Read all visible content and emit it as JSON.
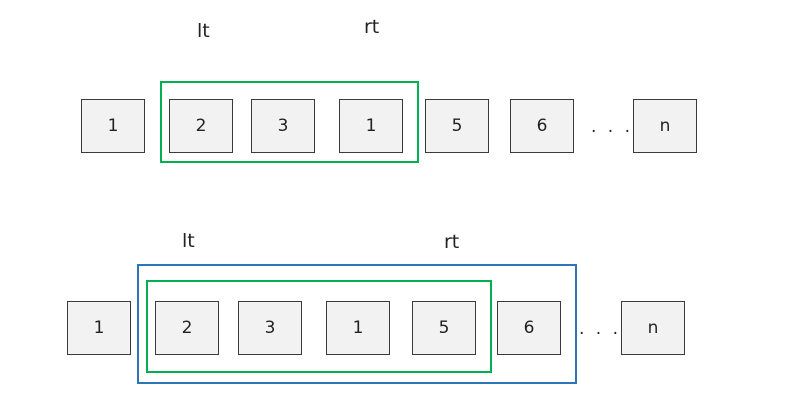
{
  "colors": {
    "window_green": "#00b050",
    "window_blue": "#2e75b6",
    "cell_fill": "#f2f2f2"
  },
  "top": {
    "lt": "lt",
    "rt": "rt",
    "cells": [
      "1",
      "2",
      "3",
      "1",
      "5",
      "6",
      "n"
    ],
    "ellipsis": ". . ."
  },
  "bottom": {
    "lt": "lt",
    "rt": "rt",
    "cells": [
      "1",
      "2",
      "3",
      "1",
      "5",
      "6",
      "n"
    ],
    "ellipsis": ". . ."
  }
}
